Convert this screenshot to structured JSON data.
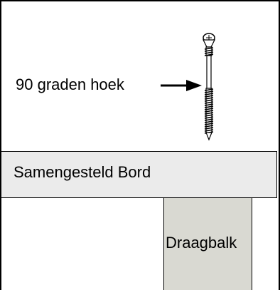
{
  "annotation": {
    "angle_label": "90 graden hoek"
  },
  "board": {
    "label": "Samengesteld Bord",
    "fill_color": "#ebebeb"
  },
  "beam": {
    "label": "Draagbalk",
    "fill_color": "#d9d9d2"
  },
  "icons": {
    "screw": "screw-icon",
    "arrow": "arrow-right-icon"
  }
}
